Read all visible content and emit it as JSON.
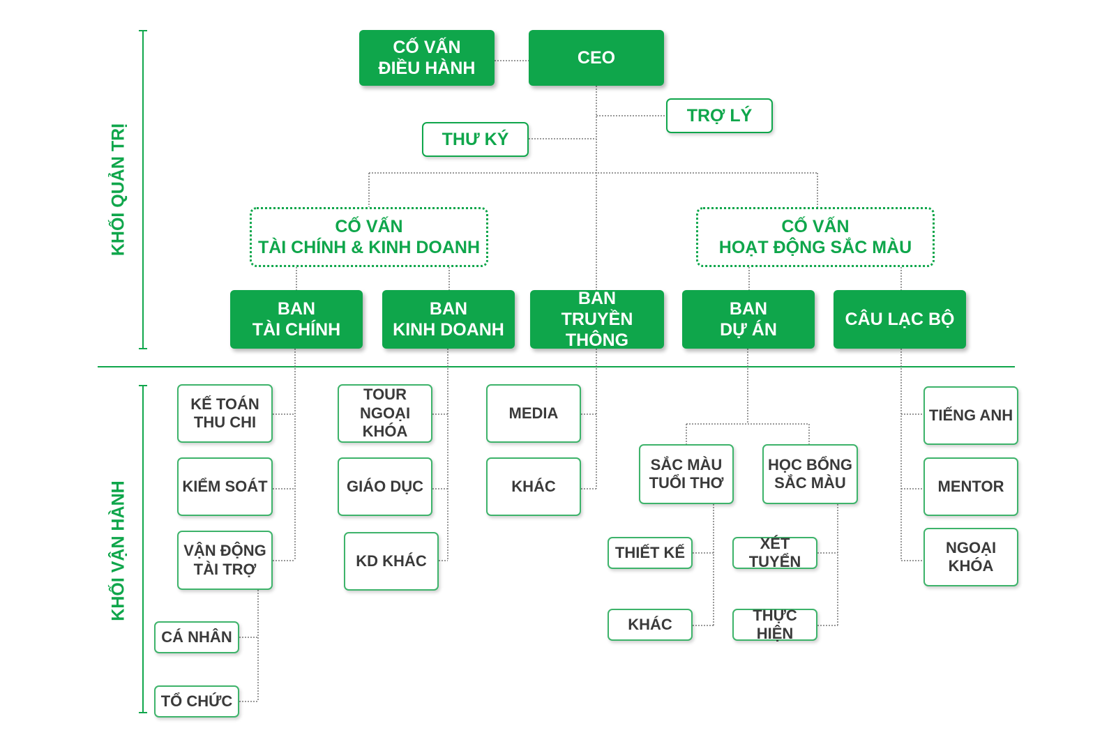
{
  "sections": {
    "management": "KHỐI QUẢN TRỊ",
    "operations": "KHỐI VẬN HÀNH"
  },
  "nodes": {
    "advisor_exec": "CỐ VẤN\nĐIỀU HÀNH",
    "ceo": "CEO",
    "assistant": "TRỢ LÝ",
    "secretary": "THƯ KÝ",
    "advisor_finance": "CỐ VẤN\nTÀI CHÍNH & KINH DOANH",
    "advisor_activities": "CỐ VẤN\nHOẠT ĐỘNG SẮC MÀU",
    "dept_finance": "BAN\nTÀI CHÍNH",
    "dept_business": "BAN\nKINH DOANH",
    "dept_media": "BAN\nTRUYỀN THÔNG",
    "dept_project": "BAN\nDỰ ÁN",
    "club": "CÂU LẠC BỘ",
    "accounting": "KẾ TOÁN\nTHU CHI",
    "control": "KIỂM SOÁT",
    "sponsorship": "VẬN ĐỘNG\nTÀI TRỢ",
    "individual": "CÁ NHÂN",
    "organization": "TỔ CHỨC",
    "tour": "TOUR\nNGOẠI KHÓA",
    "education": "GIÁO DỤC",
    "kd_other": "KD KHÁC",
    "media": "MEDIA",
    "media_other": "KHÁC",
    "childhood_colors": "SẮC MÀU\nTUỔI THƠ",
    "scholarship": "HỌC BỔNG\nSẮC MÀU",
    "design": "THIẾT KẾ",
    "project_other": "KHÁC",
    "selection": "XÉT TUYỂN",
    "implementation": "THỰC HIỆN",
    "english": "TIẾNG ANH",
    "mentor": "MENTOR",
    "extracurricular": "NGOẠI KHÓA"
  },
  "colors": {
    "brand_green": "#0fa64b",
    "leaf_border": "#3db36a",
    "leaf_text": "#3a3a3a",
    "connector": "#777777"
  }
}
